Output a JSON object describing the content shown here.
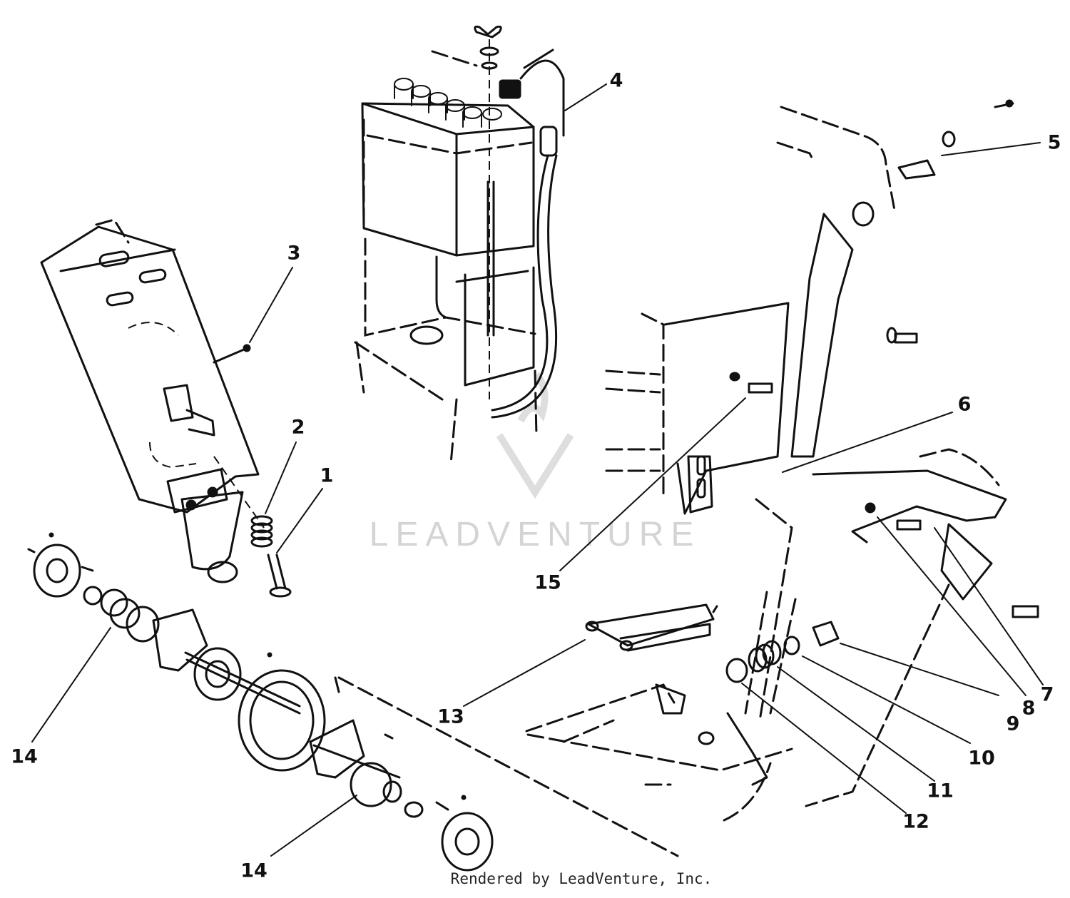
{
  "watermark": {
    "brand": "LEADVENTURE"
  },
  "footer": {
    "rendered_by": "Rendered by LeadVenture, Inc."
  },
  "callouts": [
    {
      "id": "1",
      "label": "1"
    },
    {
      "id": "2",
      "label": "2"
    },
    {
      "id": "3",
      "label": "3"
    },
    {
      "id": "4",
      "label": "4"
    },
    {
      "id": "5",
      "label": "5"
    },
    {
      "id": "6",
      "label": "6"
    },
    {
      "id": "7",
      "label": "7"
    },
    {
      "id": "8",
      "label": "8"
    },
    {
      "id": "9",
      "label": "9"
    },
    {
      "id": "10",
      "label": "10"
    },
    {
      "id": "11",
      "label": "11"
    },
    {
      "id": "12",
      "label": "12"
    },
    {
      "id": "13",
      "label": "13"
    },
    {
      "id": "14a",
      "label": "14"
    },
    {
      "id": "14b",
      "label": "14"
    },
    {
      "id": "15",
      "label": "15"
    }
  ]
}
